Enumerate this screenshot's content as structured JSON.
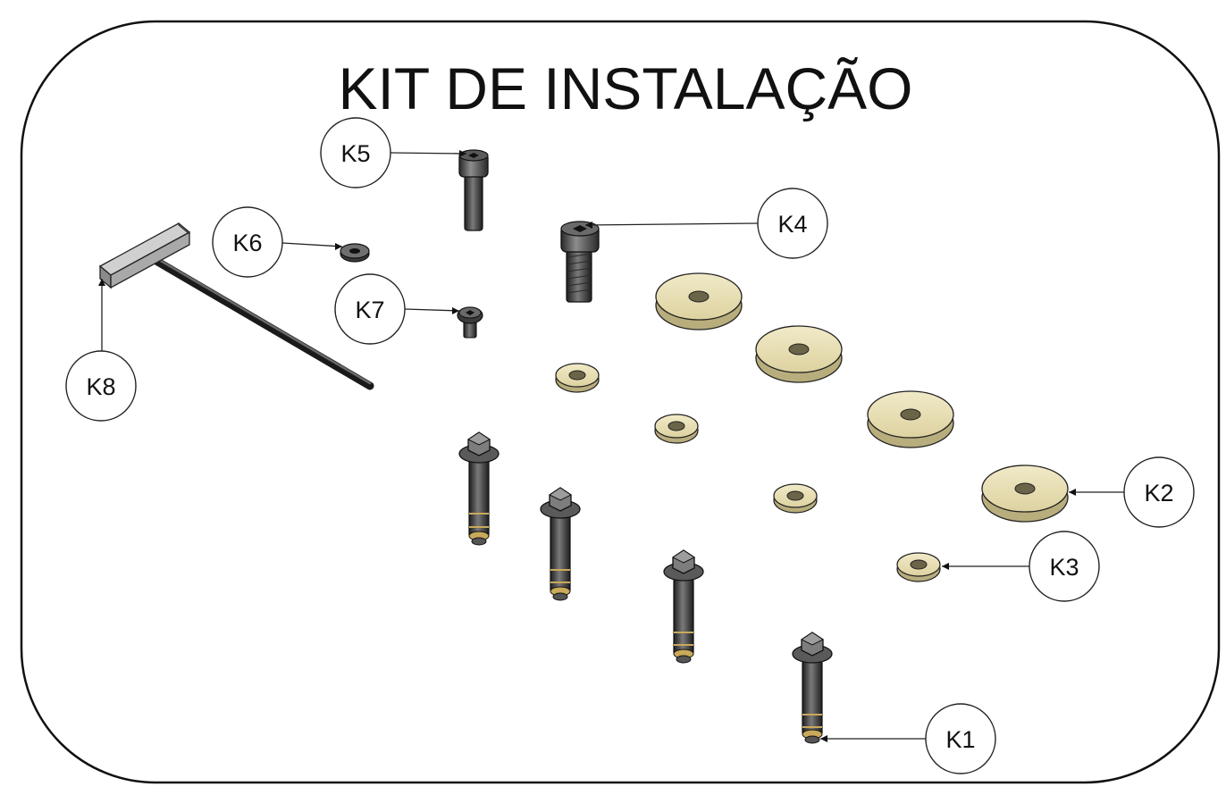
{
  "title": "KIT DE INSTALAÇÃO",
  "callouts": [
    {
      "id": "k1",
      "label": "K1"
    },
    {
      "id": "k2",
      "label": "K2"
    },
    {
      "id": "k3",
      "label": "K3"
    },
    {
      "id": "k4",
      "label": "K4"
    },
    {
      "id": "k5",
      "label": "K5"
    },
    {
      "id": "k6",
      "label": "K6"
    },
    {
      "id": "k7",
      "label": "K7"
    },
    {
      "id": "k8",
      "label": "K8"
    }
  ],
  "colors": {
    "washer_fill": "#e8dfb4",
    "washer_rim": "#b8ad7c",
    "metal_dark": "#2d2d2d",
    "metal_mid": "#6b6b6b",
    "brass": "#c9a95a",
    "handle_gray": "#a8a8a8"
  }
}
